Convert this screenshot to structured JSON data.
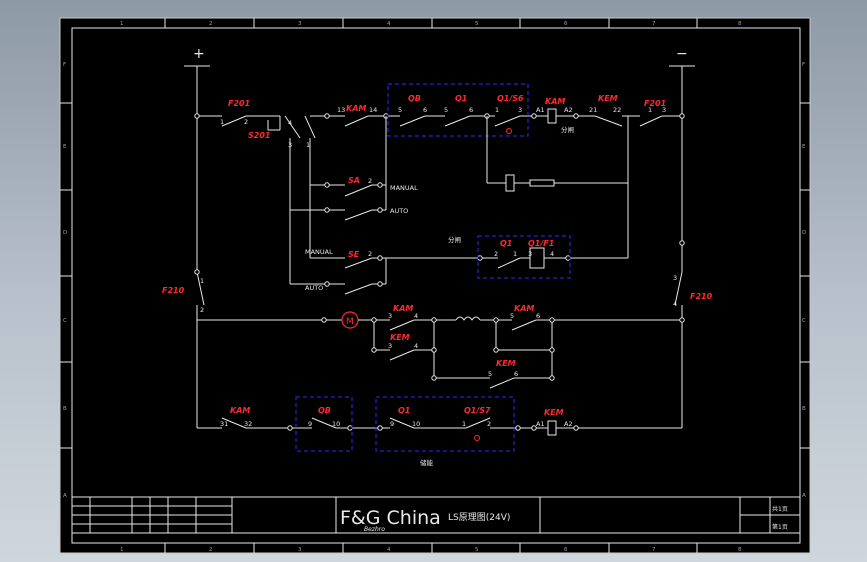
{
  "title_block": {
    "company": "F&G China",
    "subtitle": "Bezhro",
    "drawing_title": "LS原理图(24V)",
    "sheet_total": "共1页",
    "sheet_no": "第1页"
  },
  "grid": {
    "columns": [
      "1",
      "2",
      "3",
      "4",
      "5",
      "6",
      "7",
      "8"
    ],
    "rows": [
      "F",
      "E",
      "D",
      "C",
      "B",
      "A"
    ]
  },
  "power": {
    "plus": "+",
    "minus": "−"
  },
  "components": {
    "f201_left": "F201",
    "s201": "S201",
    "kam_top": "KAM",
    "qb_top": "QB",
    "q1_top": "Q1",
    "q1s6": "Q1/S6",
    "kam_coil_top": "KAM",
    "kem_top": "KEM",
    "f201_right": "F201",
    "sa": "SA",
    "se": "SE",
    "q1_mid": "Q1",
    "q1f1": "Q1/F1",
    "f210_left": "F210",
    "f210_right": "F210",
    "motor": "M",
    "kam_m1": "KAM",
    "kem_m1": "KEM",
    "kam_m2": "KAM",
    "kem_m3": "KEM",
    "kam_bot": "KAM",
    "qb_bot": "QB",
    "q1_bot": "Q1",
    "q1s7": "Q1/S7",
    "kem_coil_bot": "KEM"
  },
  "labels": {
    "manual_1": "MANUAL",
    "auto_1": "AUTO",
    "manual_2": "MANUAL",
    "auto_2": "AUTO",
    "fenzha_1": "分闸",
    "fenzha_2": "分闸",
    "hezha": "储能"
  },
  "terminals": {
    "t1": "1",
    "t2": "2",
    "t3": "3",
    "t4": "4",
    "t5": "5",
    "t6": "6",
    "t9": "9",
    "t10": "10",
    "t13": "13",
    "t14": "14",
    "t21": "21",
    "t22": "22",
    "t31": "31",
    "t32": "32",
    "a1": "A1",
    "a2": "A2"
  },
  "colors": {
    "background": "#000000",
    "wire": "#e8e8e8",
    "component_label": "#ff2a2a",
    "dashed_box": "#2b2bff"
  }
}
